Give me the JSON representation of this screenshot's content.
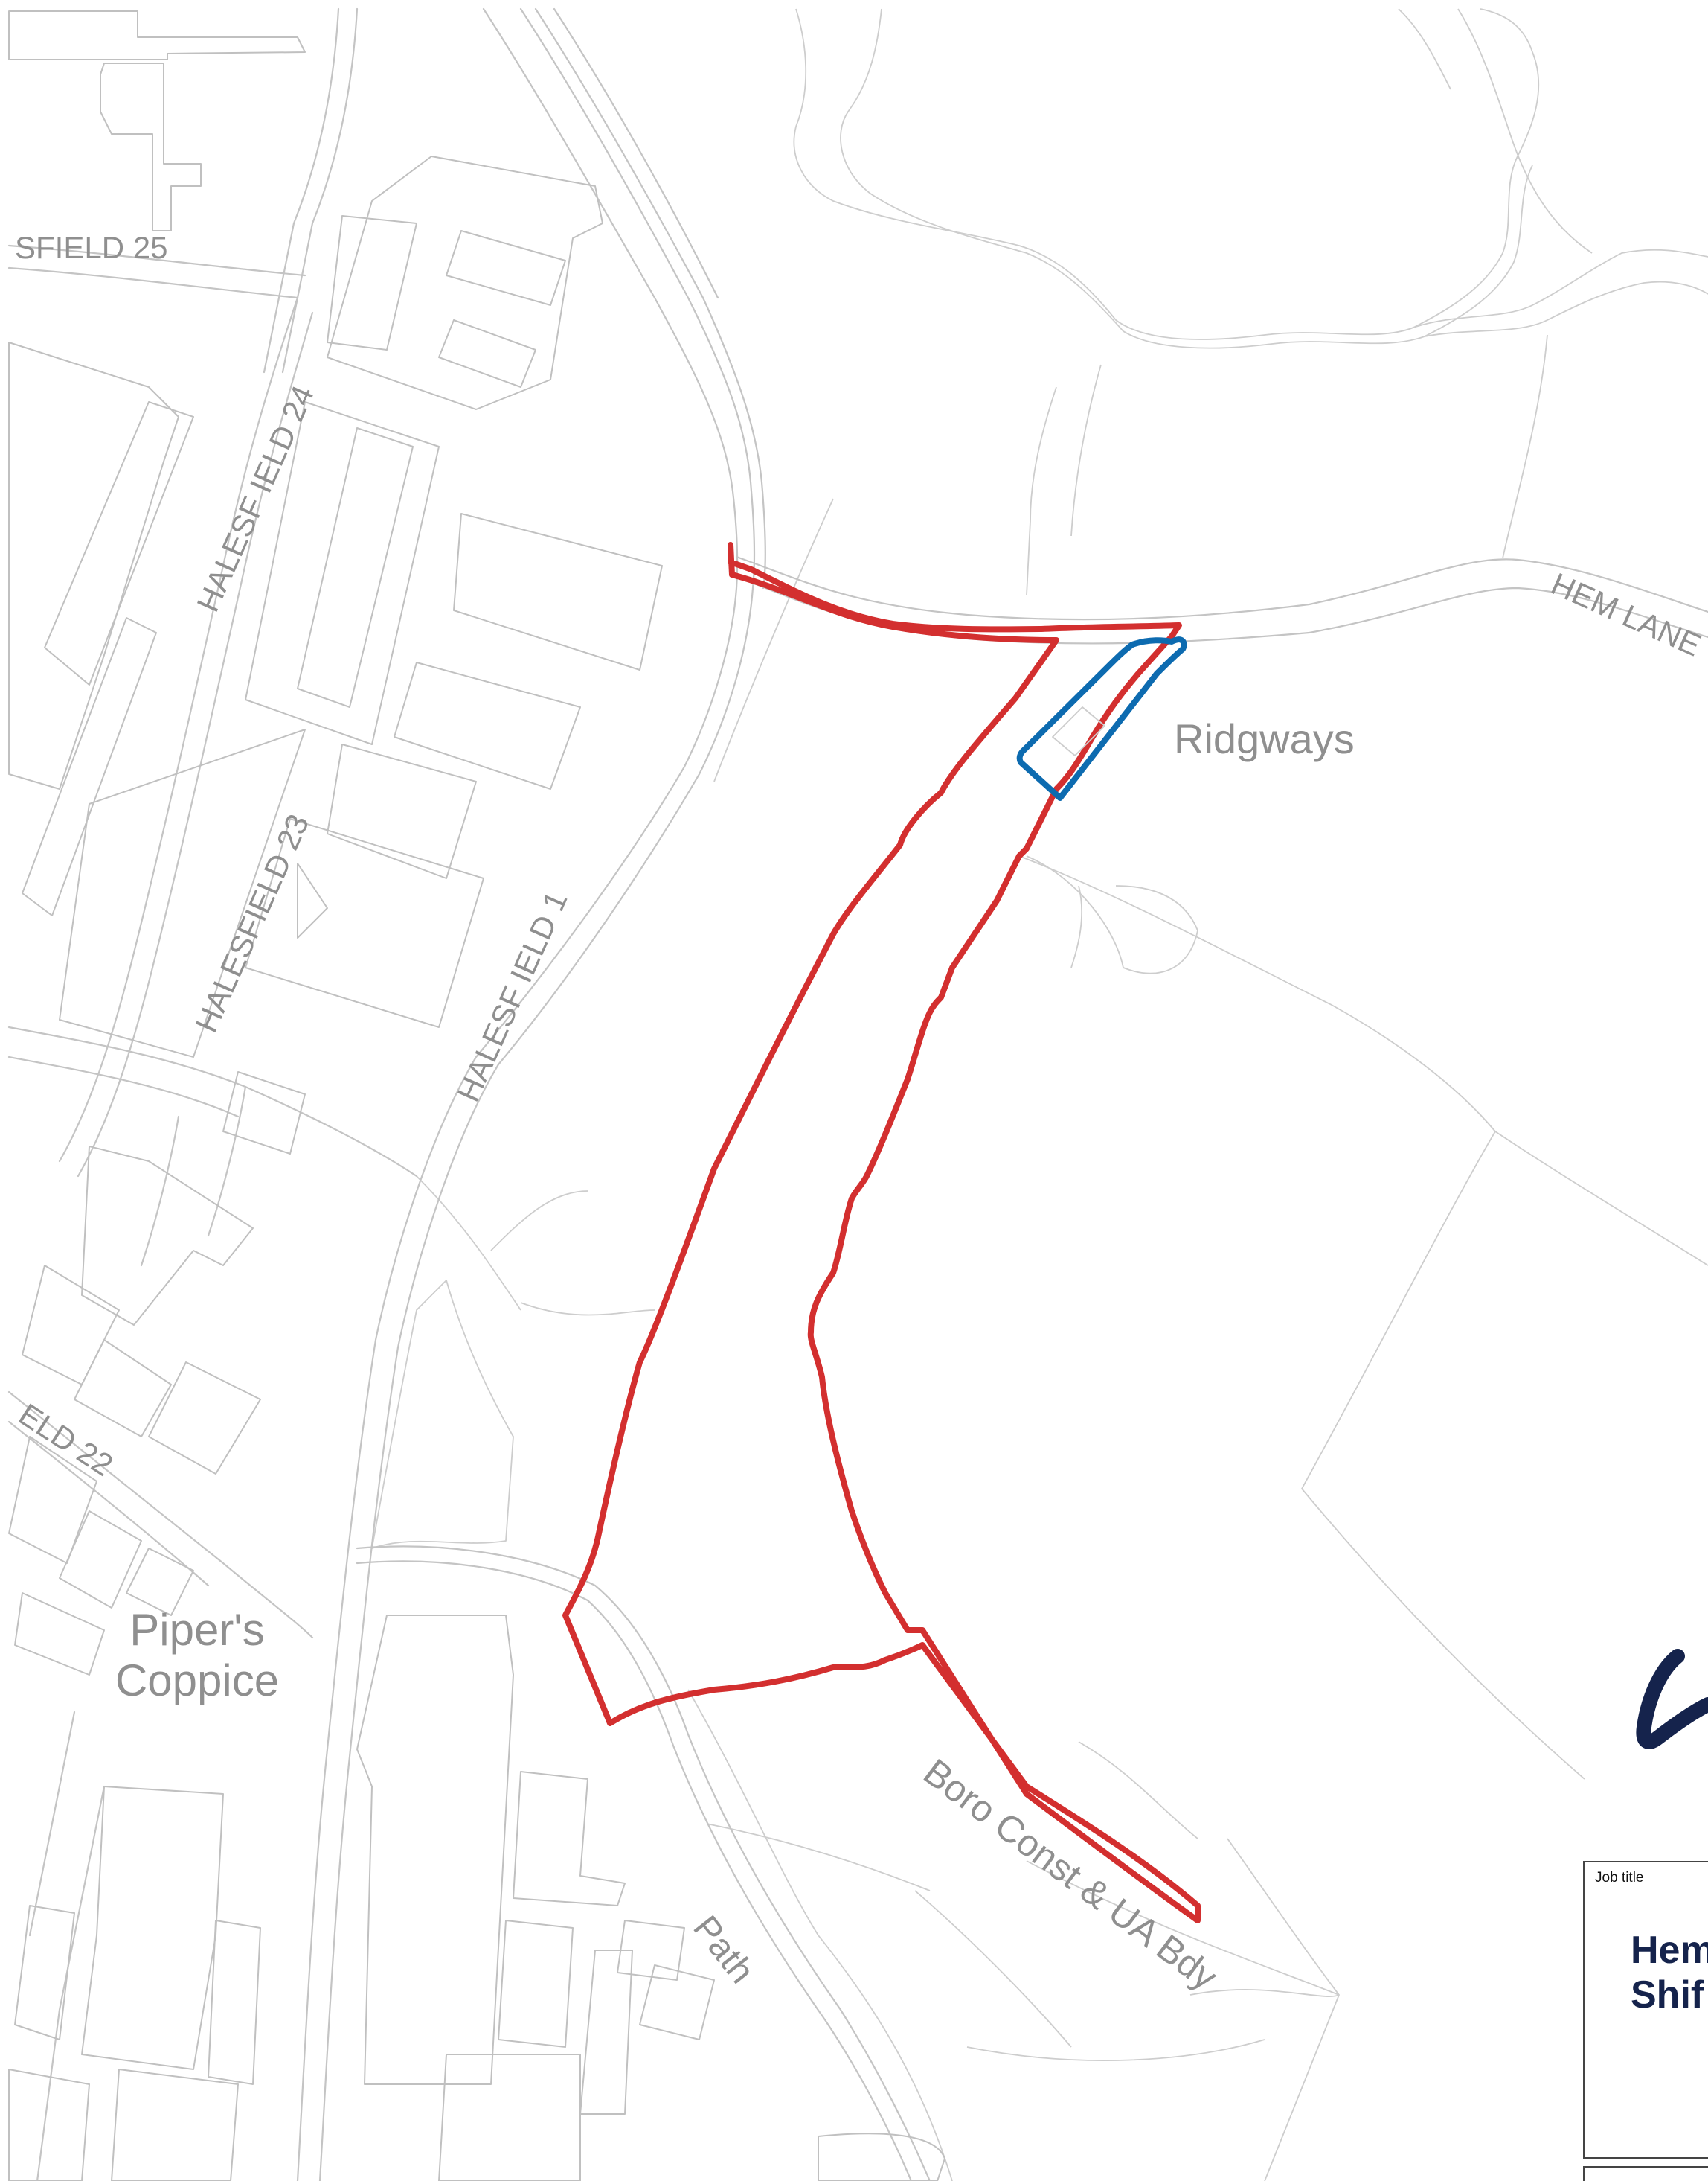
{
  "map": {
    "labels": {
      "hem_lane": "HEM LANE",
      "halesfield_24": "HALESF IELD 24",
      "halesfield_23": "HALESFIELD 23",
      "halesfield_1": "HALESF IELD 1",
      "sfield_25": "SFIELD 25",
      "eld_22": "ELD 22",
      "ridgways": "Ridgways",
      "pipers_line1": "Piper's",
      "pipers_line2": "Coppice",
      "boro_const": "Boro Const & UA Bdy",
      "path": "Path"
    },
    "colors": {
      "site_boundary": "#d32f2f",
      "other_land": "#0d6bb0",
      "base_lines": "#c4c4c4",
      "label_text": "#8f8f8f",
      "brand": "#15234c"
    }
  },
  "title_block": {
    "job_title_label": "Job title",
    "job_title_line1": "Hem",
    "job_title_line2": "Shif"
  }
}
